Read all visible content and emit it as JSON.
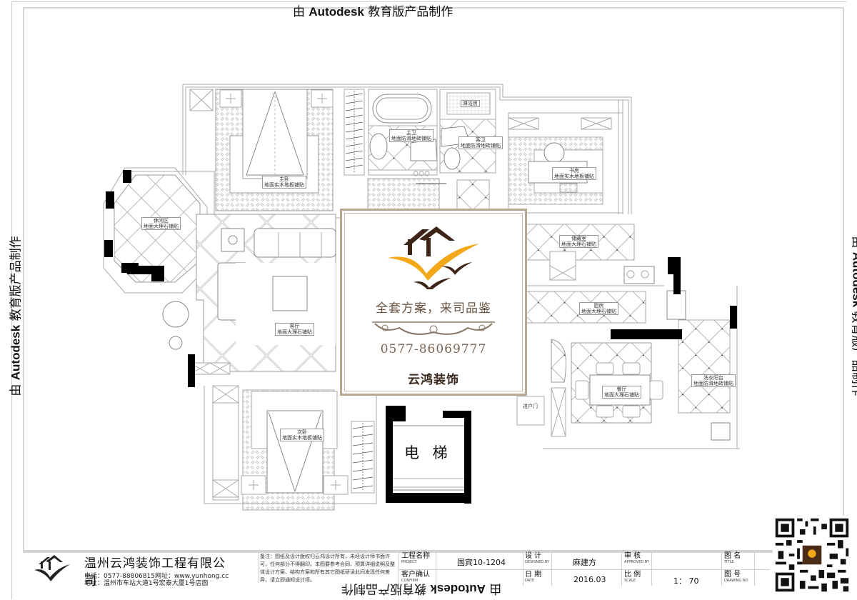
{
  "watermark": {
    "top": {
      "prefix": "由 ",
      "brand": "Autodesk",
      "suffix": " 教育版产品制作"
    },
    "bottom": {
      "prefix": "由 ",
      "brand": "Autodesk",
      "suffix": " 教育版产品制作"
    },
    "left": {
      "prefix": "由 ",
      "brand": "Autodesk",
      "suffix": " 教育版产品制作"
    },
    "right": {
      "prefix": "由 ",
      "brand": "Autodesk",
      "suffix": " 教育版产品制作"
    }
  },
  "floorplan": {
    "rooms": [
      {
        "id": "master-bedroom",
        "name": "主卧",
        "note": "地面实木地板铺贴"
      },
      {
        "id": "master-bath",
        "name": "主卫",
        "note": "地面防滑地砖铺贴"
      },
      {
        "id": "shower",
        "name": "淋浴房"
      },
      {
        "id": "guest-bath",
        "name": "客卫",
        "note": "地面防滑地砖铺贴"
      },
      {
        "id": "study",
        "name": "书房",
        "note": "地面实木地板铺贴"
      },
      {
        "id": "leisure-area",
        "name": "休闲区",
        "note": "地面大理石铺贴"
      },
      {
        "id": "living-room",
        "name": "客厅",
        "note": "地面大理石铺贴"
      },
      {
        "id": "pantry",
        "name": "储藏室",
        "note": "地面大理石铺贴"
      },
      {
        "id": "kitchen",
        "name": "厨房",
        "note": "地面大理石铺贴"
      },
      {
        "id": "dining-room",
        "name": "餐厅",
        "note": "地面大理石铺贴"
      },
      {
        "id": "laundry-balcony",
        "name": "洗衣阳台",
        "note": "地面防滑地砖铺贴"
      },
      {
        "id": "second-bedroom",
        "name": "次卧",
        "note": "地面实木地板铺贴"
      },
      {
        "id": "entry-door",
        "name": "进户门"
      }
    ],
    "elevator_label": "电 梯"
  },
  "ad": {
    "slogan": "全套方案，来司品鉴",
    "phone": "0577-86069777",
    "brand": "云鸿装饰",
    "colors": {
      "roof": "#3d2416",
      "swoosh": "#f2a818",
      "text": "#6b5644"
    }
  },
  "titleblock": {
    "company": {
      "name": "温州云鸿装饰工程有限公司",
      "phone_line": "电话：0577-88806815网址：www.yunhong.cc",
      "address_line": "地址：温州市车站大道1号宏泰大厦1号店面"
    },
    "note": "备注：图纸及设计版权归云鸿设计所有，未经设计师书面许可，任何部分不得翻印。本图要参考合同、预算详细说明及整体设计方案、结构方案和所有其它图纸研读此间发现任何差异，请立即通知设计师。",
    "fields": {
      "project": {
        "zh": "工程名称",
        "en": "PROJECT",
        "value": "国宾10-1204"
      },
      "confirm": {
        "zh": "客户确认",
        "en": "CONFIRM",
        "value": ""
      },
      "designed_by": {
        "zh": "设 计",
        "en": "DESIGNED BY",
        "value": "麻建方"
      },
      "date": {
        "zh": "日 期",
        "en": "DATE",
        "value": "2016.03"
      },
      "approved_by": {
        "zh": "审 核",
        "en": "APPROVED BY",
        "value": ""
      },
      "scale": {
        "zh": "比 例",
        "en": "SCALE",
        "value": "1： 70"
      },
      "title": {
        "zh": "图 名",
        "en": "TITLE",
        "value": ""
      },
      "drawing_no": {
        "zh": "图 号",
        "en": "DRAWING NO",
        "value": ""
      }
    }
  }
}
